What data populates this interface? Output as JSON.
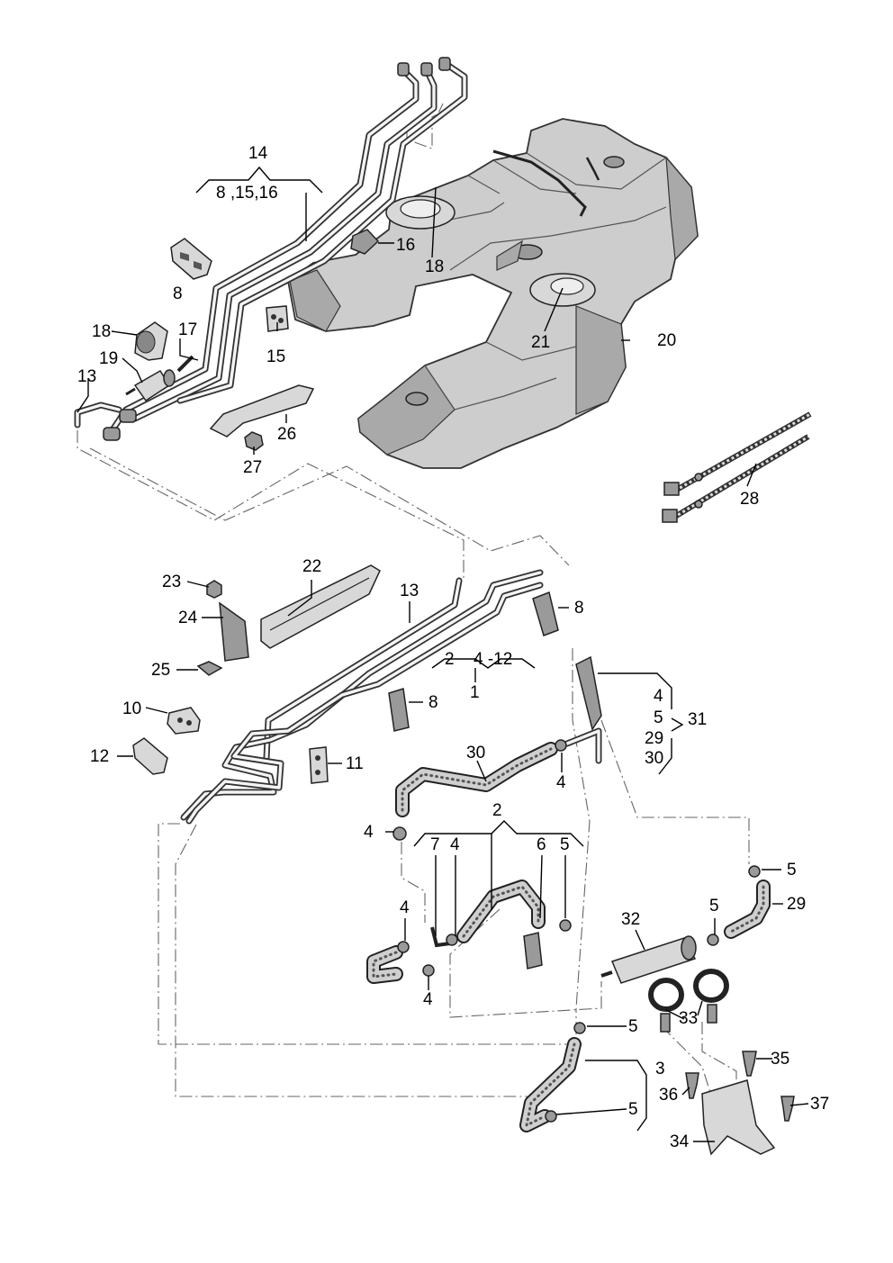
{
  "labels": {
    "l14": "14",
    "l14sub": "8 ,15,16",
    "l16": "16",
    "l18a": "18",
    "l8a": "8",
    "l15": "15",
    "l18b": "18",
    "l17": "17",
    "l19": "19",
    "l13a": "13",
    "l20": "20",
    "l21": "21",
    "l26": "26",
    "l27": "27",
    "l28": "28",
    "l22": "22",
    "l23": "23",
    "l24": "24",
    "l25": "25",
    "l13b": "13",
    "l8b": "8",
    "l2a": "2",
    "l412": "4 -12",
    "l1": "1",
    "l8c": "8",
    "l10": "10",
    "l12": "12",
    "l11": "11",
    "l31_4": "4",
    "l31_5": "5",
    "l31_29": "29",
    "l31_30": "30",
    "l31": "31",
    "l30": "30",
    "l4a": "4",
    "l2b": "2",
    "l4b": "4",
    "l7": "7",
    "l4c": "4",
    "l6": "6",
    "l5a": "5",
    "l4d": "4",
    "l4e": "4",
    "l5b": "5",
    "l29": "29",
    "l32": "32",
    "l5c": "5",
    "l33": "33",
    "l5d": "5",
    "l3": "3",
    "l35": "35",
    "l36": "36",
    "l37": "37",
    "l5e": "5",
    "l34": "34"
  }
}
